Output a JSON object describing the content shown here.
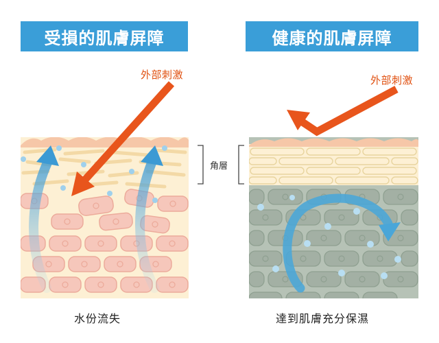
{
  "panels": {
    "damaged": {
      "title": "受損的肌膚屏障",
      "stimulus_label": "外部刺激",
      "caption": "水份流失"
    },
    "healthy": {
      "title": "健康的肌膚屏障",
      "stimulus_label": "外部刺激",
      "caption": "達到肌膚充分保濕"
    }
  },
  "stratum_corneum_label": "角層",
  "colors": {
    "title_bg": "#3a9ed8",
    "stimulus_arrow": "#e8551c",
    "moisture_arrow": "#4aa6d8",
    "skin_cell": "#f6c7bb",
    "damaged_bg": "#fdf0d4",
    "healthy_bg": "#b6c2b6"
  }
}
